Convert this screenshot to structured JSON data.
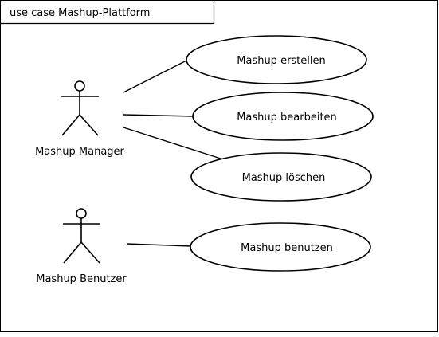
{
  "frame": {
    "title": "use case Mashup-Plattform"
  },
  "actors": [
    {
      "id": "manager",
      "label": "Mashup Manager"
    },
    {
      "id": "user",
      "label": "Mashup Benutzer"
    }
  ],
  "use_cases": [
    {
      "id": "create",
      "label": "Mashup erstellen"
    },
    {
      "id": "edit",
      "label": "Mashup bearbeiten"
    },
    {
      "id": "delete",
      "label": "Mashup löschen"
    },
    {
      "id": "use",
      "label": "Mashup benutzen"
    }
  ],
  "associations": [
    {
      "actor": "manager",
      "use_case": "create"
    },
    {
      "actor": "manager",
      "use_case": "edit"
    },
    {
      "actor": "manager",
      "use_case": "delete"
    },
    {
      "actor": "user",
      "use_case": "use"
    }
  ]
}
